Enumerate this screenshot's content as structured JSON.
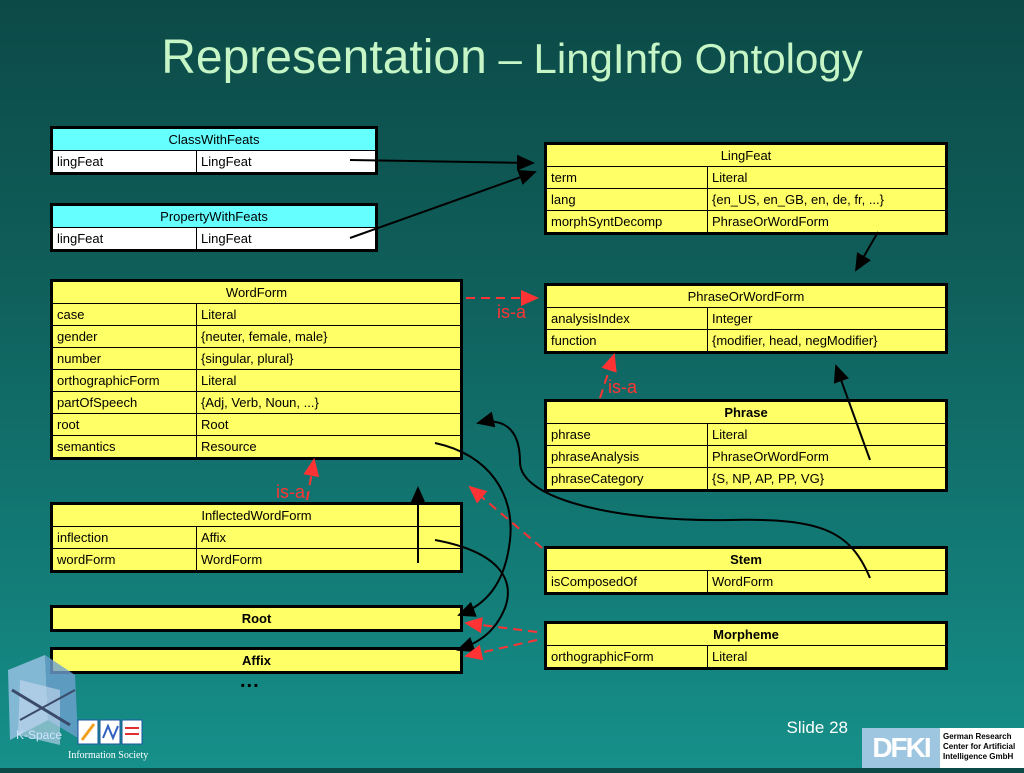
{
  "title": {
    "main": "Representation",
    "dash": " – ",
    "sub": "LingInfo Ontology"
  },
  "tables": {
    "classWithFeats": {
      "name": "ClassWithFeats",
      "rows": [
        [
          "lingFeat",
          "LingFeat"
        ]
      ]
    },
    "propertyWithFeats": {
      "name": "PropertyWithFeats",
      "rows": [
        [
          "lingFeat",
          "LingFeat"
        ]
      ]
    },
    "wordForm": {
      "name": "WordForm",
      "rows": [
        [
          "case",
          "Literal"
        ],
        [
          "gender",
          "{neuter, female, male}"
        ],
        [
          "number",
          "{singular, plural}"
        ],
        [
          "orthographicForm",
          "Literal"
        ],
        [
          "partOfSpeech",
          "{Adj, Verb, Noun, ...}"
        ],
        [
          "root",
          "Root"
        ],
        [
          "semantics",
          "Resource"
        ]
      ]
    },
    "inflectedWordForm": {
      "name": "InflectedWordForm",
      "rows": [
        [
          "inflection",
          "Affix"
        ],
        [
          "wordForm",
          "WordForm"
        ]
      ]
    },
    "root": {
      "name": "Root"
    },
    "affix": {
      "name": "Affix"
    },
    "lingFeat": {
      "name": "LingFeat",
      "rows": [
        [
          "term",
          "Literal"
        ],
        [
          "lang",
          "{en_US, en_GB, en, de, fr, ...}"
        ],
        [
          "morphSyntDecomp",
          "PhraseOrWordForm"
        ]
      ]
    },
    "phraseOrWordForm": {
      "name": "PhraseOrWordForm",
      "rows": [
        [
          "analysisIndex",
          "Integer"
        ],
        [
          "function",
          "{modifier, head, negModifier}"
        ]
      ]
    },
    "phrase": {
      "name": "Phrase",
      "rows": [
        [
          "phrase",
          "Literal"
        ],
        [
          "phraseAnalysis",
          "PhraseOrWordForm"
        ],
        [
          "phraseCategory",
          "{S, NP, AP, PP, VG}"
        ]
      ]
    },
    "stem": {
      "name": "Stem",
      "rows": [
        [
          "isComposedOf",
          "WordForm"
        ]
      ]
    },
    "morpheme": {
      "name": "Morpheme",
      "rows": [
        [
          "orthographicForm",
          "Literal"
        ]
      ]
    }
  },
  "labels": {
    "isa1": "is-a",
    "isa2": "is-a",
    "isa3": "is-a",
    "dots": "..."
  },
  "footer": {
    "slide_label": "Slide",
    "slide_number": "28"
  },
  "logos": {
    "kspace_text": "K-Space",
    "ist_text": "Information Society",
    "dfki_mark": "DFKI",
    "dfki_line1": "German Research",
    "dfki_line2": "Center for Artificial",
    "dfki_line3": "Intelligence GmbH"
  },
  "colors": {
    "class_fill": "#ffff66",
    "header_cyan": "#66ffff",
    "isa_arrow": "#ff3333",
    "title": "#c6f5c6"
  }
}
